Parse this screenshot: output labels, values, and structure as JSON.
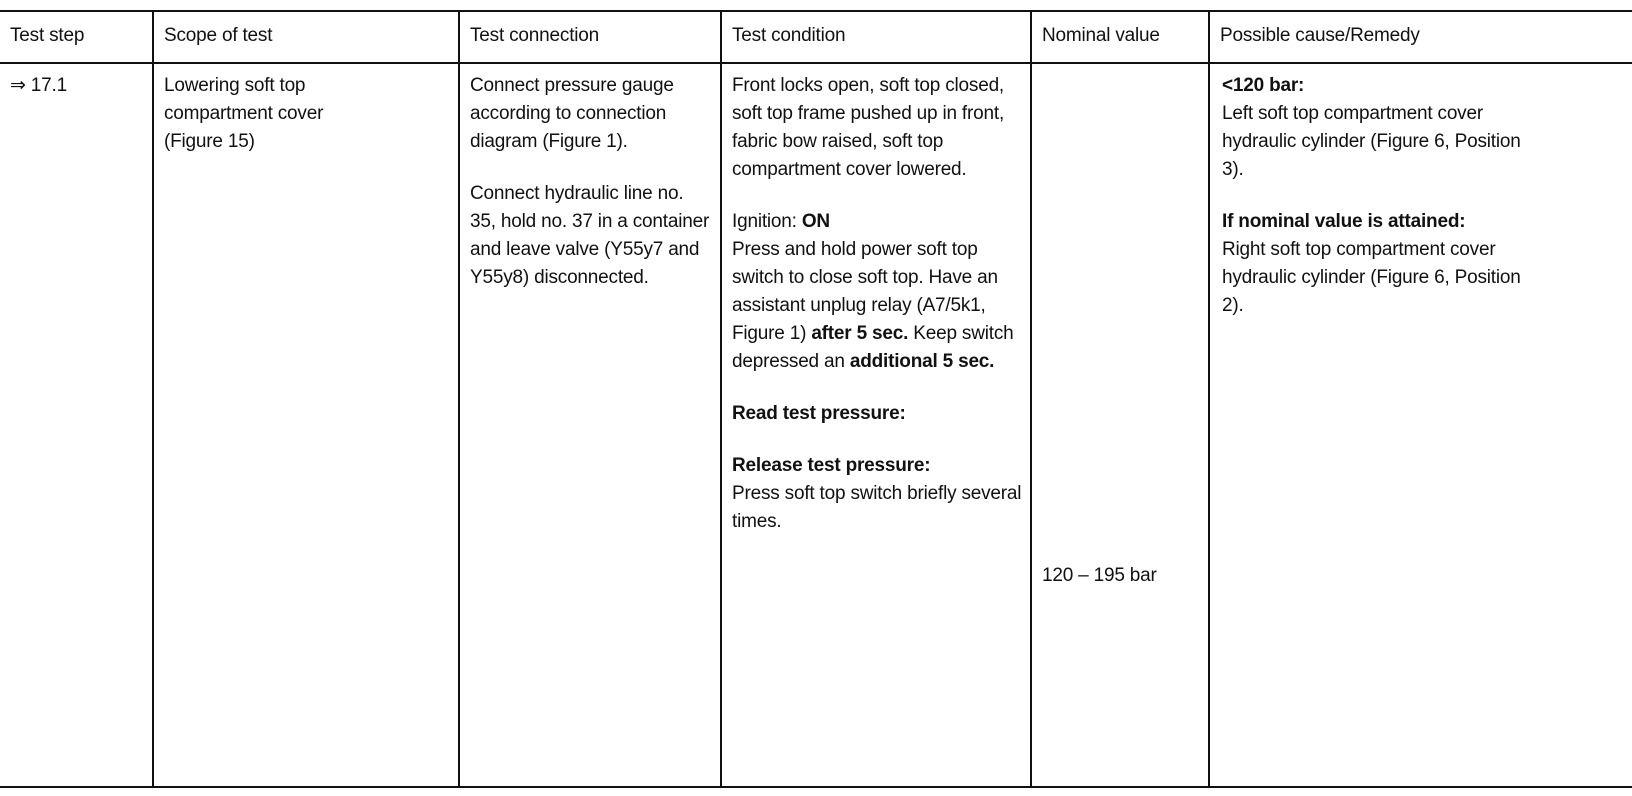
{
  "headers": {
    "test_step": "Test step",
    "scope": "Scope of test",
    "connection": "Test connection",
    "condition": "Test condition",
    "nominal": "Nominal value",
    "cause": "Possible cause/Remedy"
  },
  "row": {
    "step": "⇒ 17.1",
    "scope": "Lowering soft top compartment cover (Figure 15)",
    "connection_1": "Connect pressure gauge according to connection diagram (Figure 1).",
    "connection_2": "Connect hydraulic line no. 35, hold no. 37 in a container and leave valve (Y55y7 and Y55y8) disconnected.",
    "condition_1": "Front locks open, soft top closed, soft top frame pushed up in front, fabric bow raised, soft top compartment cover lowered.",
    "ignition_label": "Ignition: ",
    "ignition_value": "ON",
    "press_1": "Press and hold power soft top switch to close soft top. Have an assistant unplug relay (A7/5k1, Figure 1) ",
    "press_after": "after 5 sec.",
    "press_2": " Keep switch depressed an ",
    "press_additional": "additional 5 sec.",
    "read_pressure": "Read test pressure:",
    "release_label": "Release test pressure:",
    "release_text": "Press soft top switch briefly several times.",
    "nominal_value": "120 – 195 bar",
    "cause_low_label": "<120 bar:",
    "cause_low_text": "Left soft top compartment cover hydraulic cylinder (Figure 6, Position 3).",
    "cause_ok_label": "If nominal value is attained:",
    "cause_ok_text": "Right soft top compartment cover hydraulic cylinder (Figure 6, Position 2)."
  }
}
